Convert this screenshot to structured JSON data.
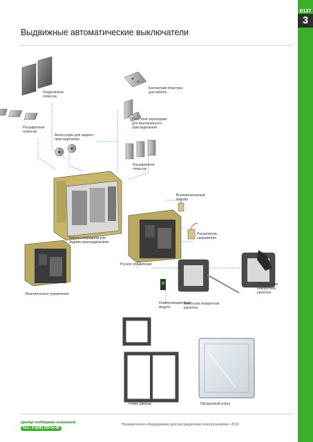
{
  "page": {
    "title": "Выдвижные автоматические выключатели",
    "code": "B137",
    "number": "3"
  },
  "labels": {
    "pole_separators": "Разделители\nполюсов",
    "contact_plate": "Контактная пластина\nдля кабеля",
    "vertical_plate": "Пластина переходник\nдля вертикального\nприсоединения",
    "pole_expanders_left": "Расширители\nполюсов",
    "rear_accessories": "Аксессуары для заднего\nприсоединения",
    "pole_expanders_right": "Расширители\nполюсов",
    "aux_contact": "Вспомогательный\nконтакт",
    "chassis": "Шасси с передним или\nзадним присоединением",
    "breaker_out": "Расцепитель\nнапряжения",
    "manual_control": "Ручное управление",
    "electric_control": "Электрическое управление",
    "modular_module": "Коммуникационный\nмодуль",
    "removable_handle": "Выносная поворотная\nрукоятка",
    "standard_handle": "Стандартная\nповоротная\nрукоятка",
    "door_frames": "Рамки дверцы",
    "transparent_cover": "Прозрачный кожух"
  },
  "footer": {
    "support": "Центр поддержки клиентов",
    "phone": "Тел.: 8 (800) 200 64 46",
    "doc": "Низковольтное оборудование для распределения электроэнергии • 2010"
  },
  "colors": {
    "accent": "#3dae2b",
    "dark": "#2e2e2e",
    "leader": "#3aa0d8"
  }
}
